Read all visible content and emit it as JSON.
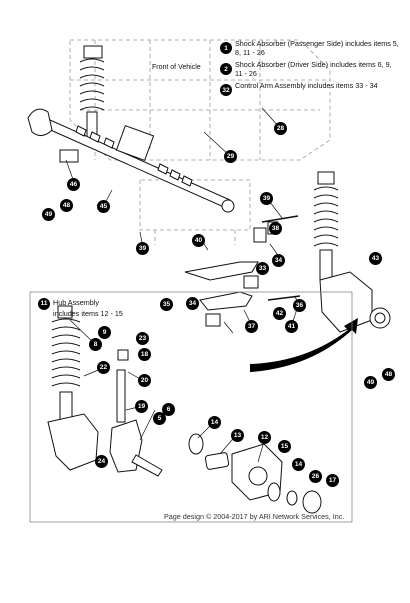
{
  "legend": [
    {
      "num": "1",
      "text": "Shock Absorber (Passenger Side) includes items 5, 8, 11 - 26"
    },
    {
      "num": "2",
      "text": "Shock Absorber (Driver Side) includes items 6, 9, 11 - 26"
    },
    {
      "num": "32",
      "text": "Control Arm Assembly includes items 33 - 34"
    }
  ],
  "front_label": "Front of Vehicle",
  "hub_assembly": {
    "num": "11",
    "title": "Hub Assembly",
    "subtitle": "includes items 12 - 15"
  },
  "callouts": [
    "28",
    "29",
    "46",
    "48",
    "49",
    "45",
    "39",
    "38",
    "40",
    "33",
    "34",
    "43",
    "35",
    "36",
    "37",
    "42",
    "34",
    "41",
    "39",
    "48",
    "49",
    "9",
    "8",
    "22",
    "23",
    "18",
    "20",
    "19",
    "6",
    "5",
    "14",
    "13",
    "12",
    "15",
    "14",
    "26",
    "17",
    "24"
  ],
  "footer": "Page design © 2004-2017 by ARI Network Services, Inc.",
  "colors": {
    "badge": "#000000",
    "line": "#111111",
    "frame": "#888888"
  }
}
